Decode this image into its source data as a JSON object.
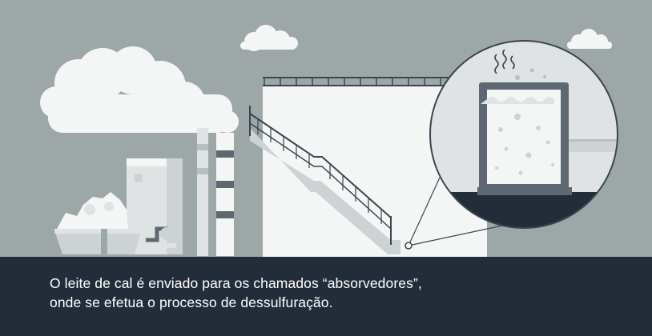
{
  "caption": {
    "line1": "O leite de cal é enviado para os chamados “absorvedores”,",
    "line2": "onde se efetua o processo de dessulfuração."
  },
  "colors": {
    "sky": "#9ea7a8",
    "ground": "#232d3a",
    "light": "#f4f6f6",
    "mid": "#cdd2d4",
    "dark": "#5e6772",
    "caption_text": "#ffffff"
  },
  "icons": [
    "factory-illustration",
    "absorber-tank-illustration",
    "magnifier-detail-icon",
    "steam-icon",
    "bubbles-icon"
  ]
}
